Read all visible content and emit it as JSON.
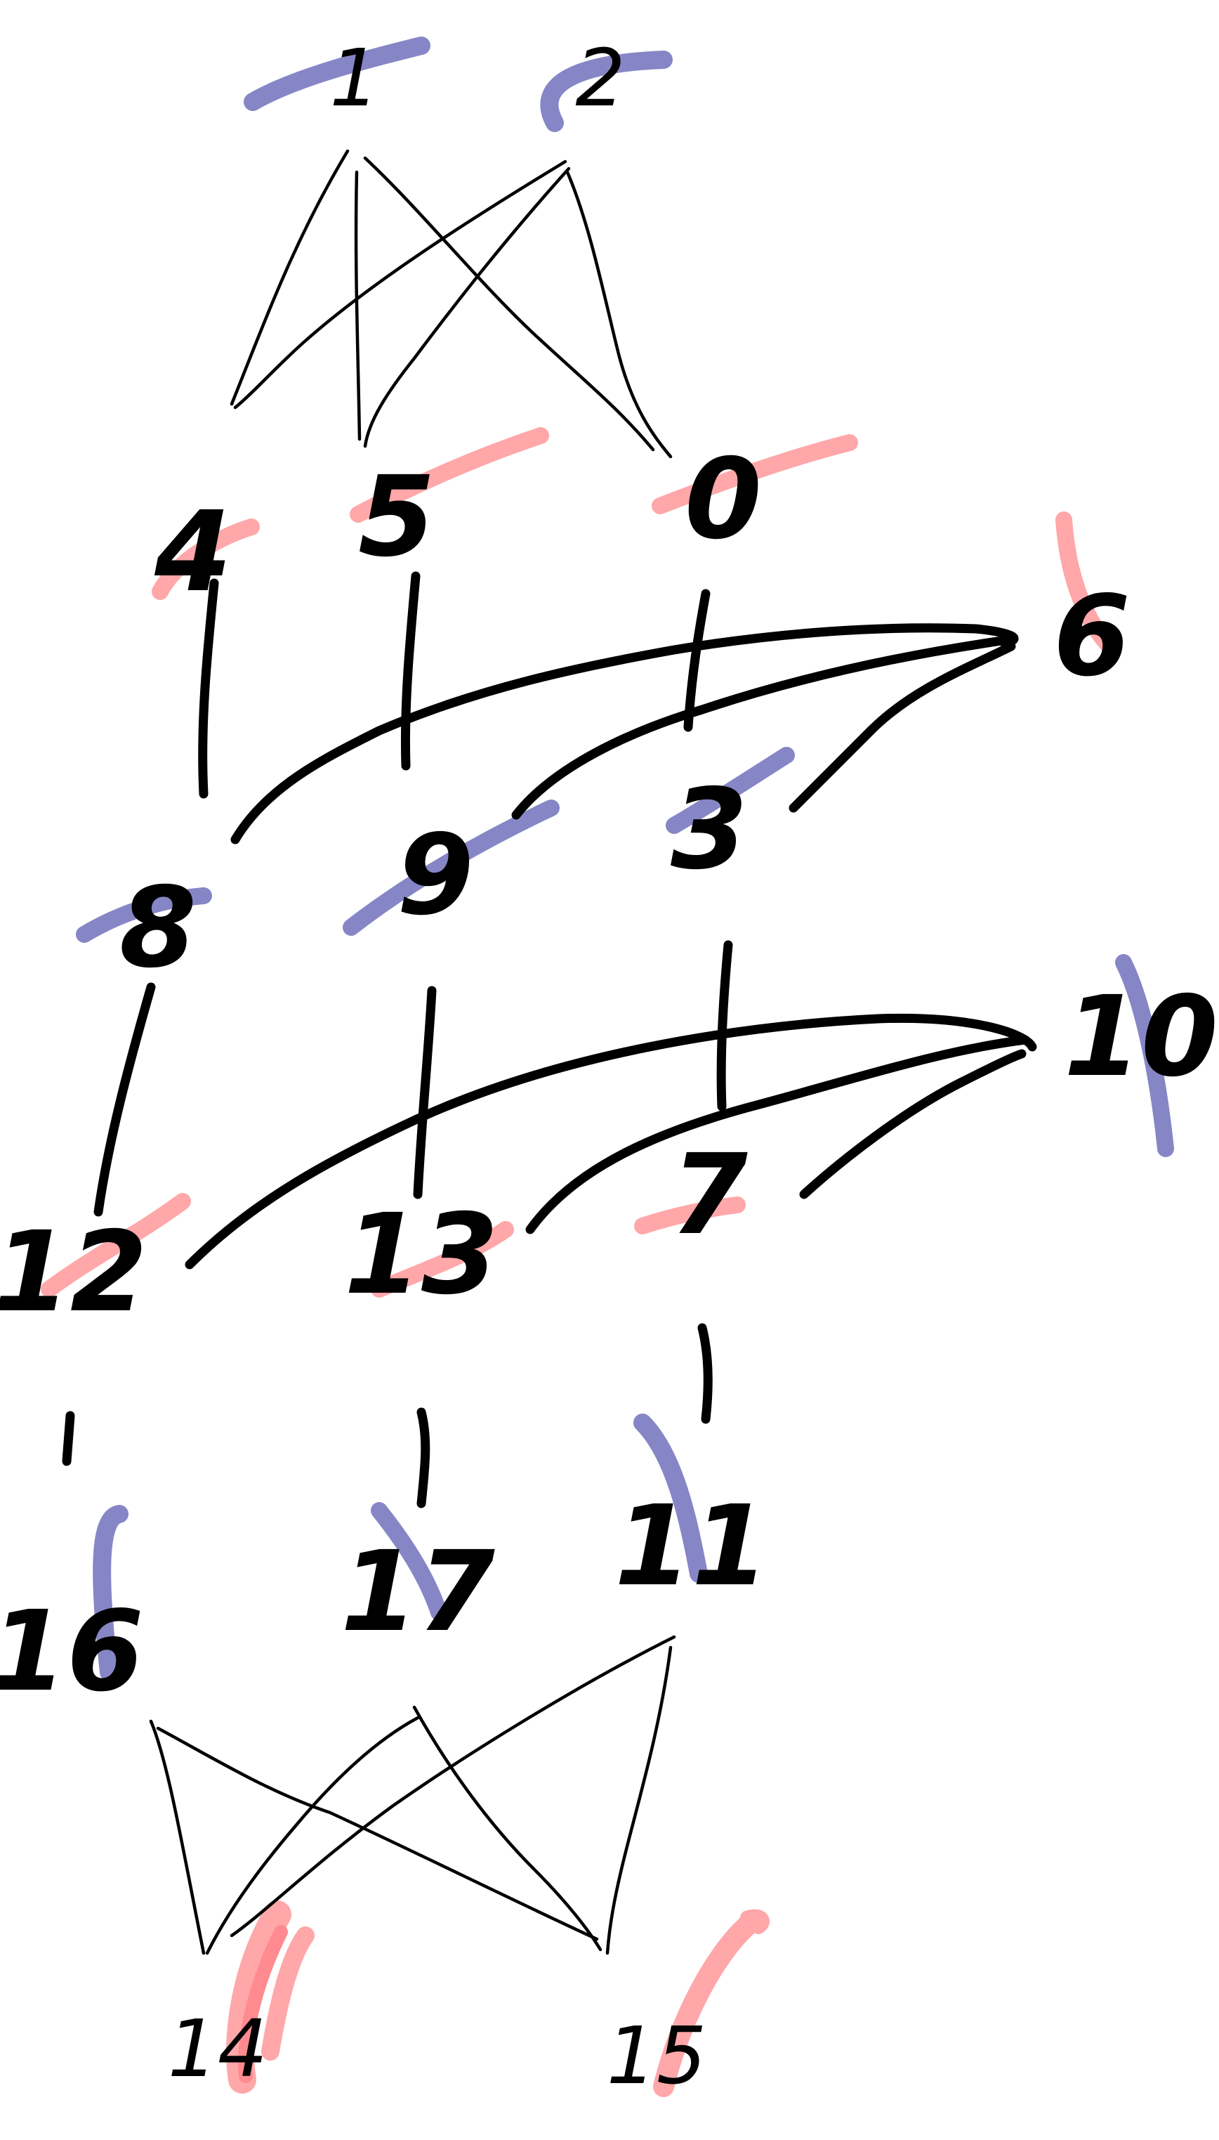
{
  "nodes": {
    "n1": "1",
    "n2": "2",
    "n4": "4",
    "n5": "5",
    "n0": "0",
    "n6": "6",
    "n8": "8",
    "n9": "9",
    "n3": "3",
    "n10": "10",
    "n12": "12",
    "n13": "13",
    "n7": "7",
    "n16": "16",
    "n17": "17",
    "n11": "11",
    "n14": "14",
    "n15": "15"
  },
  "highlight_colors": {
    "blue": "#8686c6",
    "pink": "#ffa7a9",
    "red": "#ff8a8f"
  }
}
